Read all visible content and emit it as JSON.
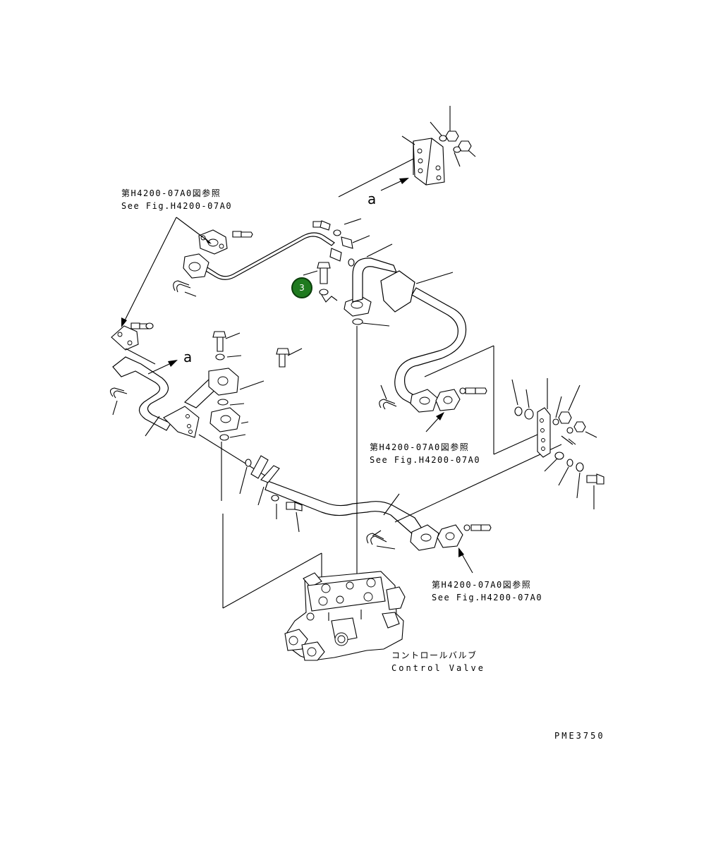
{
  "references": [
    {
      "ja": "第H4200-07A0図参照",
      "en": "See Fig.H4200-07A0"
    },
    {
      "ja": "第H4200-07A0図参照",
      "en": "See Fig.H4200-07A0"
    },
    {
      "ja": "第H4200-07A0図参照",
      "en": "See Fig.H4200-07A0"
    }
  ],
  "view_marker": "a",
  "callout": {
    "number": "3",
    "color": "#1f7a1f"
  },
  "component": {
    "ja": "コントロールバルブ",
    "en": "Control Valve"
  },
  "drawing_code": "PME3750"
}
